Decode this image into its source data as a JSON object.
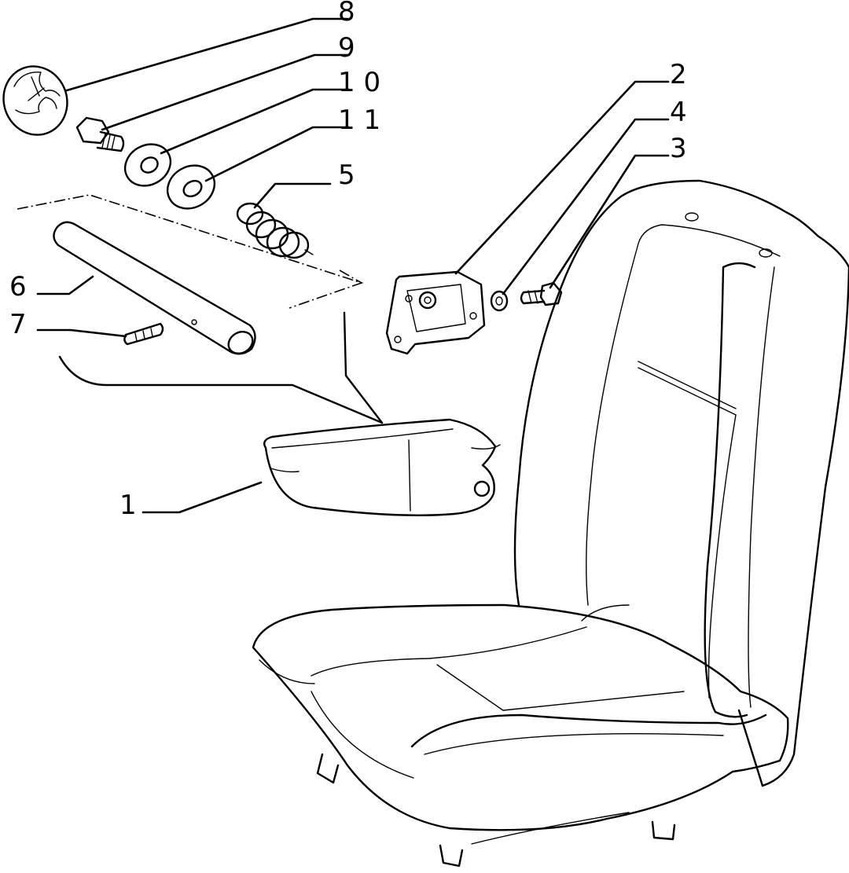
{
  "callouts": {
    "c1": "1",
    "c2": "2",
    "c3": "3",
    "c4": "4",
    "c5": "5",
    "c6": "6",
    "c7": "7",
    "c8": "8",
    "c9": "9",
    "c10": "1 0",
    "c11": "1 1"
  },
  "colors": {
    "ink": "#000000",
    "paper": "#ffffff"
  }
}
